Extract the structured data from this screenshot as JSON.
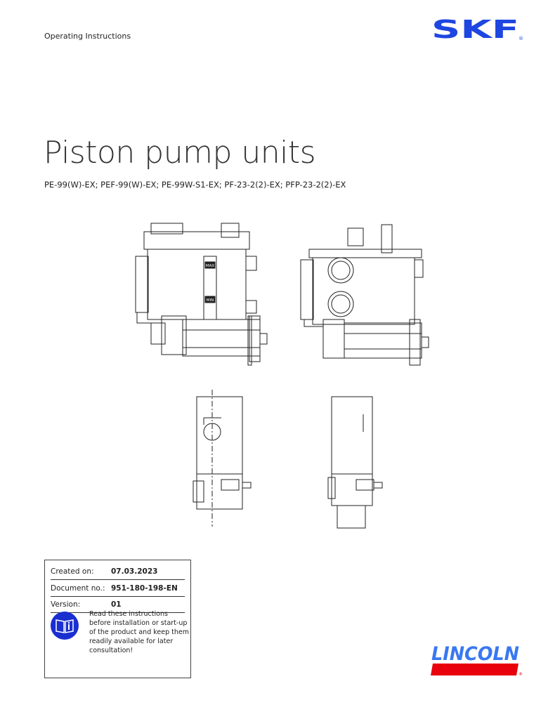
{
  "header": {
    "doc_type": "Operating Instructions",
    "brand_logo": "SKF"
  },
  "title": "Piston pump units",
  "subtitle": "PE-99(W)-EX; PEF-99(W)-EX; PE-99W-S1-EX; PF-23-2(2)-EX; PFP-23-2(2)-EX",
  "drawing_labels": {
    "max": "MAX",
    "min": "MIN"
  },
  "info": {
    "created_label": "Created on:",
    "created_value": "07.03.2023",
    "docno_label": "Document no.:",
    "docno_value": "951-180-198-EN",
    "version_label": "Version:",
    "version_value": "01",
    "icon": "read-manual-icon",
    "note": "Read these instructions before installation or start-up of the product and keep them readily available for later consultation!"
  },
  "footer": {
    "logo": "LINCOLN"
  },
  "colors": {
    "skf_blue": "#1e46e0",
    "lincoln_blue": "#3a78f0",
    "lincoln_red": "#e8000c",
    "icon_blue": "#1a2fd0"
  }
}
